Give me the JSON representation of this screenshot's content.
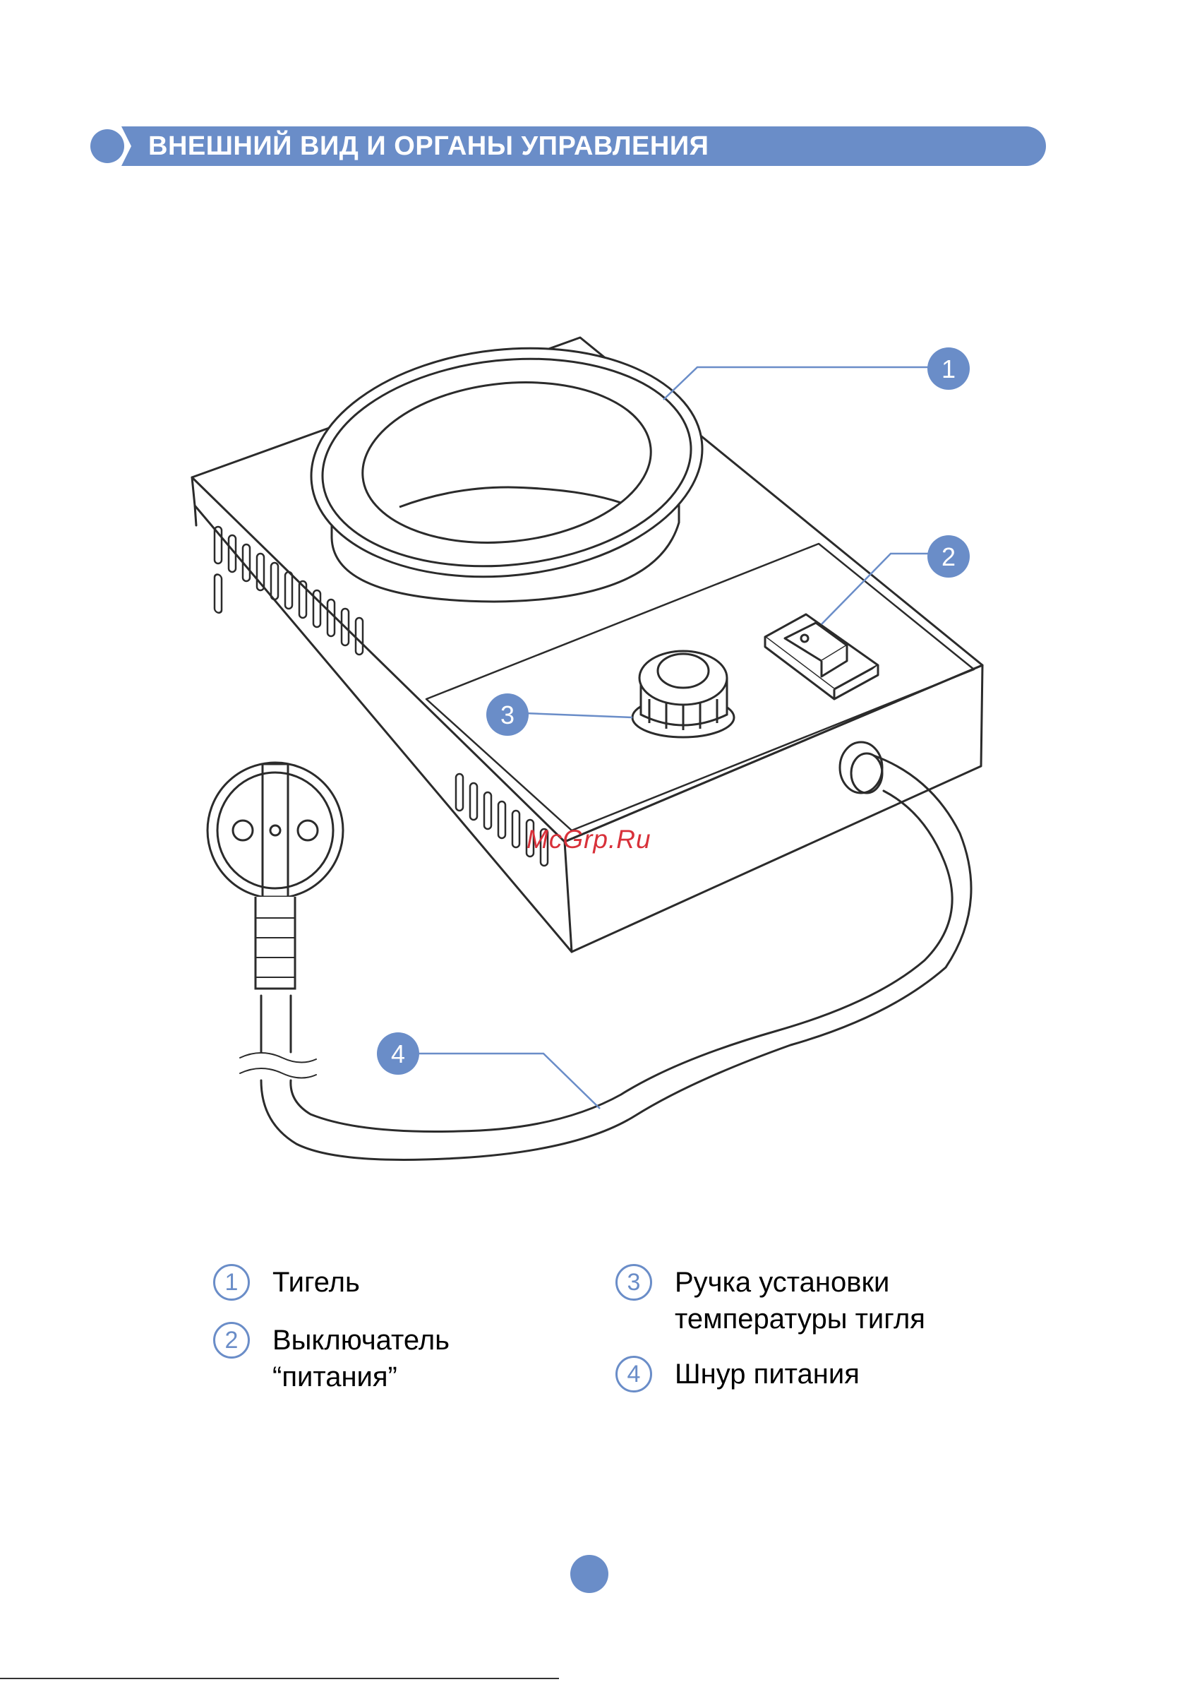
{
  "header": {
    "title": "ВНЕШНИЙ ВИД И ОРГАНЫ УПРАВЛЕНИЯ"
  },
  "callouts": [
    {
      "number": "1"
    },
    {
      "number": "2"
    },
    {
      "number": "3"
    },
    {
      "number": "4"
    }
  ],
  "watermark": "McGrp.Ru",
  "legend": [
    {
      "number": "1",
      "label": "Тигель"
    },
    {
      "number": "2",
      "label": "Выключатель\n“питания”"
    },
    {
      "number": "3",
      "label": "Ручка установки\nтемпературы тигля"
    },
    {
      "number": "4",
      "label": "Шнур питания"
    }
  ],
  "colors": {
    "accent": "#6a8dc8",
    "line": "#2b2b2b",
    "watermark": "#d8313a"
  }
}
